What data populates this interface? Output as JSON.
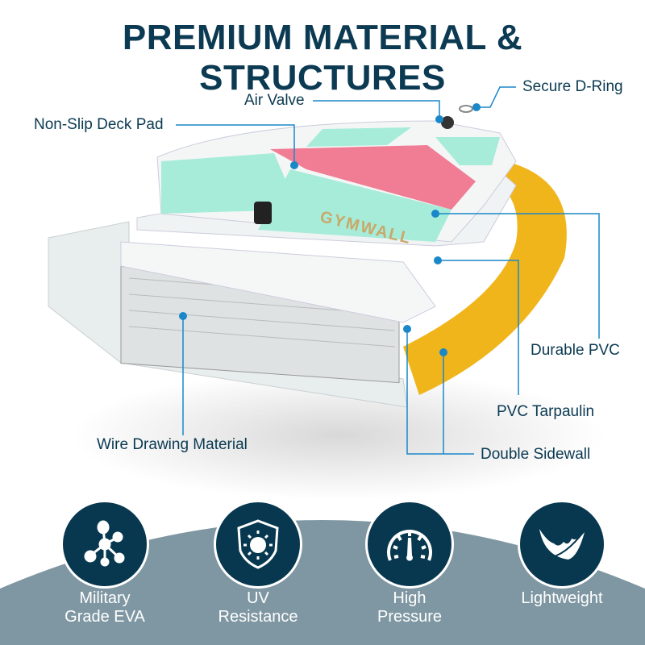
{
  "title": "PREMIUM MATERIAL & STRUCTURES",
  "brand_on_board": "GYMWALL",
  "callouts": {
    "d_ring": "Secure D-Ring",
    "air_valve": "Air Valve",
    "deck_pad": "Non-Slip Deck Pad",
    "durable_pvc": "Durable PVC",
    "tarpaulin": "PVC Tarpaulin",
    "sidewall": "Double Sidewall",
    "wire": "Wire Drawing Material"
  },
  "features": [
    {
      "icon": "molecule-icon",
      "line1": "Military",
      "line2": "Grade EVA"
    },
    {
      "icon": "sun-shield-icon",
      "line1": "UV",
      "line2": "Resistance"
    },
    {
      "icon": "gauge-icon",
      "line1": "High",
      "line2": "Pressure"
    },
    {
      "icon": "feather-icon",
      "line1": "Lightweight",
      "line2": ""
    }
  ],
  "colors": {
    "navy": "#0b3a52",
    "accent": "#1a87c9",
    "band": "#7f97a2",
    "yellow": "#f1b51c",
    "mint": "#a6ecd9",
    "pink": "#f07d94"
  }
}
